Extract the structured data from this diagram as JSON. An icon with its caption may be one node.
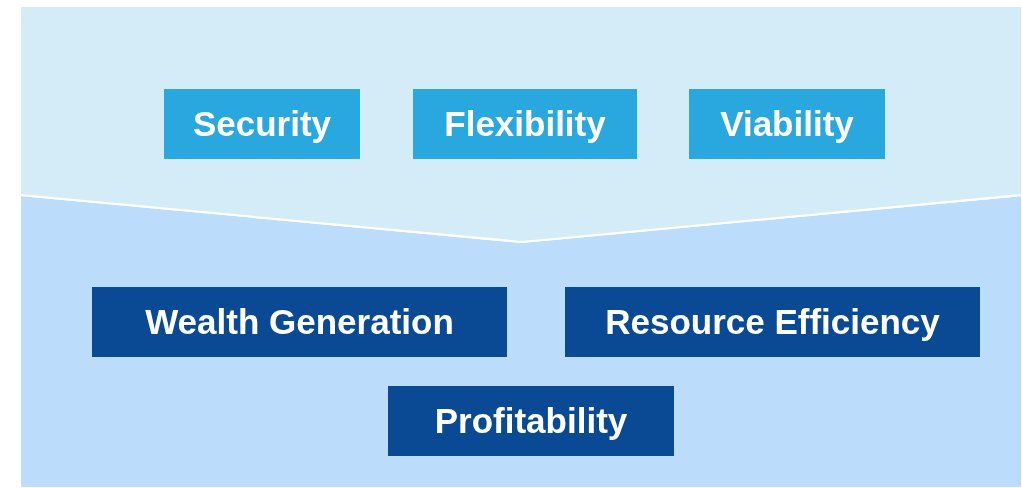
{
  "diagram": {
    "nodes": [
      {
        "text": [],
        "shape": "band"
      },
      {
        "text": [
          "Security"
        ],
        "in": 0
      },
      {
        "text": [
          "Flexibility"
        ],
        "in": 0
      },
      {
        "text": [
          "Viability"
        ],
        "in": 0
      },
      {
        "text": [],
        "shape": "band"
      },
      {
        "text": [
          "Wealth Generation"
        ],
        "in": 4
      },
      {
        "text": [
          "Resource Efficiency"
        ],
        "in": 4
      },
      {
        "text": [
          "Profitability"
        ],
        "in": 4
      }
    ]
  }
}
